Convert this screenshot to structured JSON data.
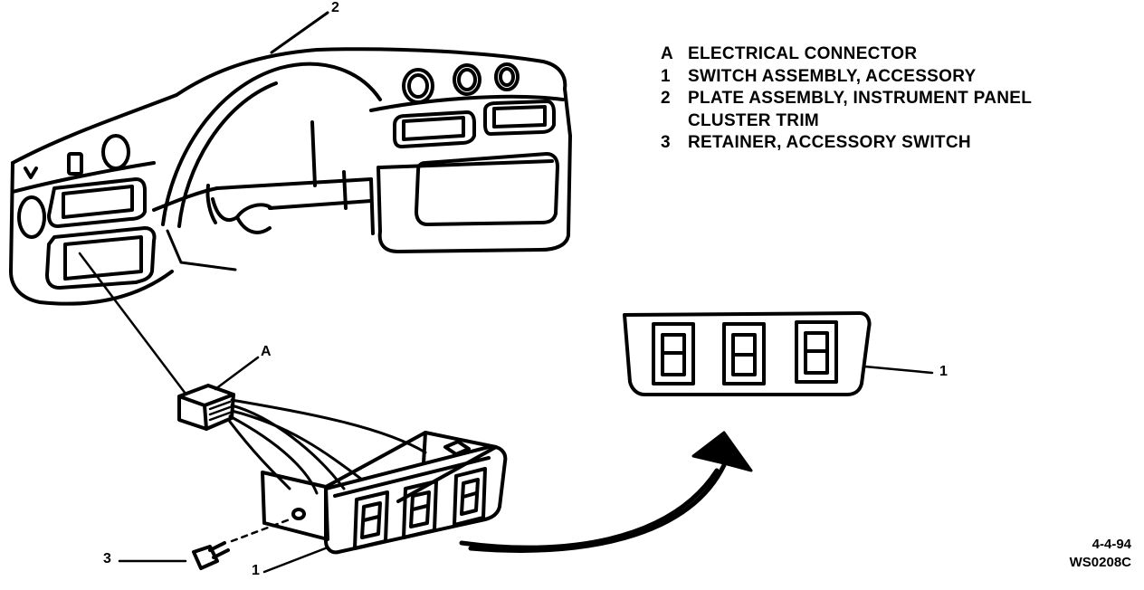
{
  "legend": {
    "items": [
      {
        "key": "A",
        "text": "ELECTRICAL CONNECTOR"
      },
      {
        "key": "1",
        "text": "SWITCH ASSEMBLY, ACCESSORY"
      },
      {
        "key": "2",
        "text": "PLATE ASSEMBLY, INSTRUMENT PANEL"
      },
      {
        "key": "",
        "text": "CLUSTER TRIM"
      },
      {
        "key": "3",
        "text": "RETAINER, ACCESSORY SWITCH"
      }
    ]
  },
  "callouts": {
    "top_plate": "2",
    "connector": "A",
    "switch_detail": "1",
    "retainer": "3",
    "switch_lower": "1"
  },
  "stamp": {
    "date": "4-4-94",
    "code": "WS0208C"
  }
}
